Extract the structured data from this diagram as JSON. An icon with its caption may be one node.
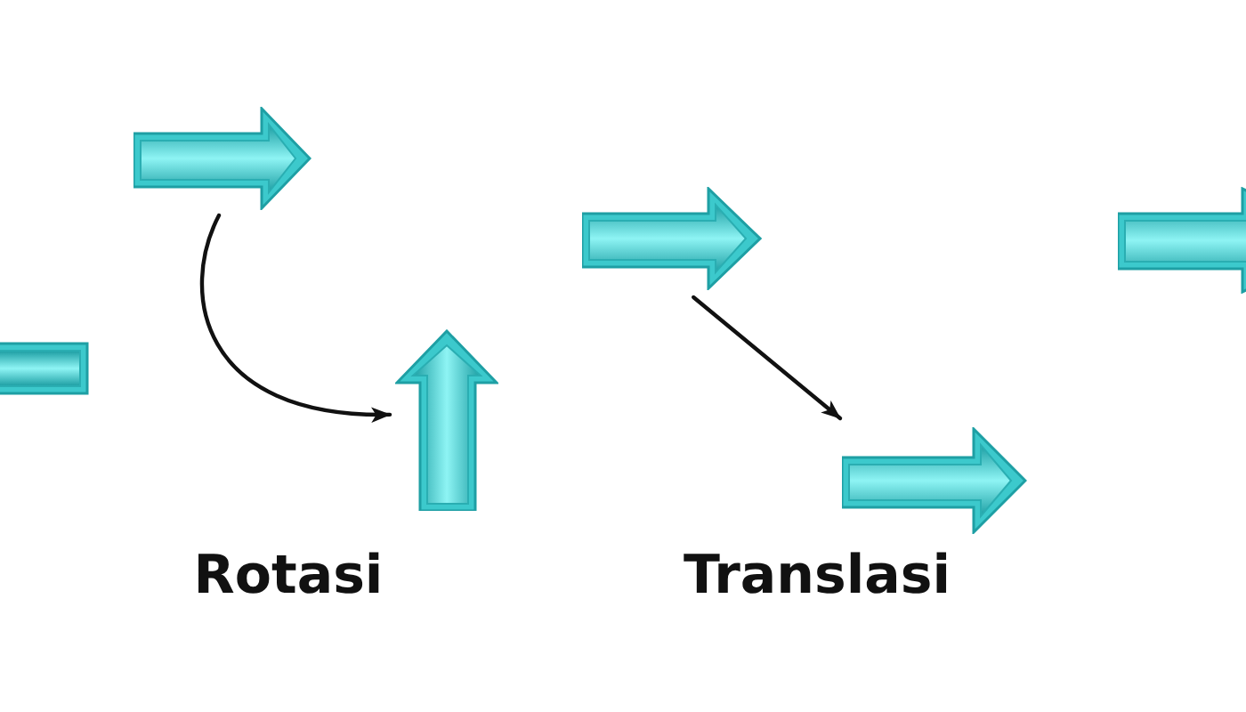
{
  "diagram": {
    "nodes": [
      {
        "text": [],
        "shape": "bar"
      },
      {
        "text": [],
        "shape": "arrow"
      },
      {
        "text": [],
        "shape": "arrow"
      },
      {
        "text": [],
        "shape": "arrow"
      },
      {
        "text": [],
        "shape": "arrow"
      },
      {
        "text": [],
        "shape": "arrow"
      }
    ],
    "edges": [
      {
        "from": 1,
        "to": 2,
        "arrow": "to"
      },
      {
        "from": 3,
        "to": 4,
        "arrow": "to"
      }
    ],
    "labels": [
      "Rotasi",
      "Translasi"
    ]
  }
}
